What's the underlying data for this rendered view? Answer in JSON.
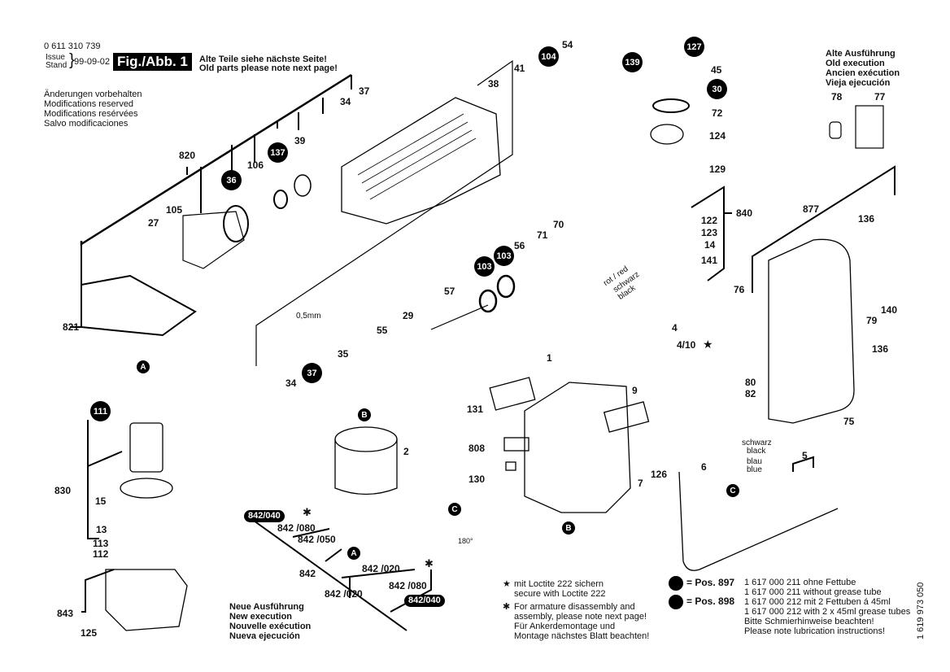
{
  "header": {
    "part_number": "0 611 310 739",
    "issue_label_1": "Issue",
    "issue_label_2": "Stand",
    "issue_date": "99-09-02",
    "figure_label": "Fig./Abb. 1",
    "old_parts_note_de": "Alte Teile siehe nächste Seite!",
    "old_parts_note_en": "Old parts please note next page!",
    "modifications": [
      "Änderungen vorbehalten",
      "Modifications reserved",
      "Modifications resérvées",
      "Salvo modificaciones"
    ]
  },
  "old_execution": {
    "lines": [
      "Alte Ausführung",
      "Old execution",
      "Ancien exécution",
      "Vieja ejecución"
    ],
    "parts": [
      "78",
      "77"
    ]
  },
  "new_execution": {
    "lines": [
      "Neue Ausführung",
      "New execution",
      "Nouvelle exécution",
      "Nueva ejecución"
    ]
  },
  "notes": {
    "star_symbol": "★",
    "star_lines": [
      "mit Loctite 222 sichern",
      "secure with Loctite 222"
    ],
    "asterisk_symbol": "✱",
    "asterisk_lines": [
      "For armature disassembly and",
      "assembly, please note next page!",
      "Für Ankerdemontage und",
      "Montage nächstes Blatt beachten!"
    ]
  },
  "grease": {
    "pos897_label": "= Pos. 897",
    "pos897_lines": [
      "1 617 000 211 ohne Fettube",
      "1 617 000 211 without grease tube"
    ],
    "pos898_label": "= Pos. 898",
    "pos898_lines": [
      "1 617 000 212 mit 2 Fettuben á 45ml",
      "1 617 000 212 with 2 x 45ml grease tubes",
      "Bitte Schmierhinweise beachten!",
      "Please note lubrication instructions!"
    ]
  },
  "document_number": "1 619 973 050",
  "part_labels": [
    {
      "id": "54",
      "text": "54"
    },
    {
      "id": "41",
      "text": "41"
    },
    {
      "id": "38",
      "text": "38"
    },
    {
      "id": "37a",
      "text": "37"
    },
    {
      "id": "34a",
      "text": "34"
    },
    {
      "id": "39",
      "text": "39"
    },
    {
      "id": "820",
      "text": "820"
    },
    {
      "id": "106",
      "text": "106"
    },
    {
      "id": "105",
      "text": "105"
    },
    {
      "id": "27",
      "text": "27"
    },
    {
      "id": "821",
      "text": "821"
    },
    {
      "id": "45",
      "text": "45"
    },
    {
      "id": "72",
      "text": "72"
    },
    {
      "id": "124",
      "text": "124"
    },
    {
      "id": "129",
      "text": "129"
    },
    {
      "id": "840",
      "text": "840"
    },
    {
      "id": "122",
      "text": "122"
    },
    {
      "id": "123",
      "text": "123"
    },
    {
      "id": "14",
      "text": "14"
    },
    {
      "id": "141",
      "text": "141"
    },
    {
      "id": "71",
      "text": "71"
    },
    {
      "id": "70",
      "text": "70"
    },
    {
      "id": "56",
      "text": "56"
    },
    {
      "id": "57",
      "text": "57"
    },
    {
      "id": "29",
      "text": "29"
    },
    {
      "id": "55",
      "text": "55"
    },
    {
      "id": "35",
      "text": "35"
    },
    {
      "id": "34b",
      "text": "34"
    },
    {
      "id": "877",
      "text": "877"
    },
    {
      "id": "136a",
      "text": "136"
    },
    {
      "id": "76",
      "text": "76"
    },
    {
      "id": "140",
      "text": "140"
    },
    {
      "id": "79",
      "text": "79"
    },
    {
      "id": "136b",
      "text": "136"
    },
    {
      "id": "75",
      "text": "75"
    },
    {
      "id": "80",
      "text": "80"
    },
    {
      "id": "82",
      "text": "82"
    },
    {
      "id": "4",
      "text": "4"
    },
    {
      "id": "4_10",
      "text": "4/10"
    },
    {
      "id": "1",
      "text": "1"
    },
    {
      "id": "9",
      "text": "9"
    },
    {
      "id": "131",
      "text": "131"
    },
    {
      "id": "808",
      "text": "808"
    },
    {
      "id": "130",
      "text": "130"
    },
    {
      "id": "126",
      "text": "126"
    },
    {
      "id": "7",
      "text": "7"
    },
    {
      "id": "6",
      "text": "6"
    },
    {
      "id": "5",
      "text": "5"
    },
    {
      "id": "2",
      "text": "2"
    },
    {
      "id": "830",
      "text": "830"
    },
    {
      "id": "15",
      "text": "15"
    },
    {
      "id": "13",
      "text": "13"
    },
    {
      "id": "113",
      "text": "113"
    },
    {
      "id": "112",
      "text": "112"
    },
    {
      "id": "843",
      "text": "843"
    },
    {
      "id": "125",
      "text": "125"
    },
    {
      "id": "842_080a",
      "text": "842 /080"
    },
    {
      "id": "842_050",
      "text": "842 /050"
    },
    {
      "id": "842",
      "text": "842"
    },
    {
      "id": "842_020a",
      "text": "842 /020"
    },
    {
      "id": "842_080b",
      "text": "842 /080"
    },
    {
      "id": "842_020b",
      "text": "842 /020"
    },
    {
      "id": "0_5mm",
      "text": "0,5mm"
    }
  ],
  "circled_labels": [
    {
      "id": "104",
      "text": "104"
    },
    {
      "id": "127",
      "text": "127"
    },
    {
      "id": "139",
      "text": "139"
    },
    {
      "id": "30",
      "text": "30"
    },
    {
      "id": "137",
      "text": "137"
    },
    {
      "id": "36",
      "text": "36"
    },
    {
      "id": "103a",
      "text": "103"
    },
    {
      "id": "103b",
      "text": "103"
    },
    {
      "id": "37",
      "text": "37"
    },
    {
      "id": "111",
      "text": "111"
    }
  ],
  "connector_letters": {
    "A": "A",
    "B": "B",
    "C": "C"
  },
  "pills": {
    "p842_040": "842/040"
  },
  "wire_labels": {
    "red": "rot / red",
    "black1": "schwarz",
    "black2": "black",
    "schwarz": "schwarz",
    "black": "black",
    "blau": "blau",
    "blue": "blue",
    "angle": "180°"
  }
}
